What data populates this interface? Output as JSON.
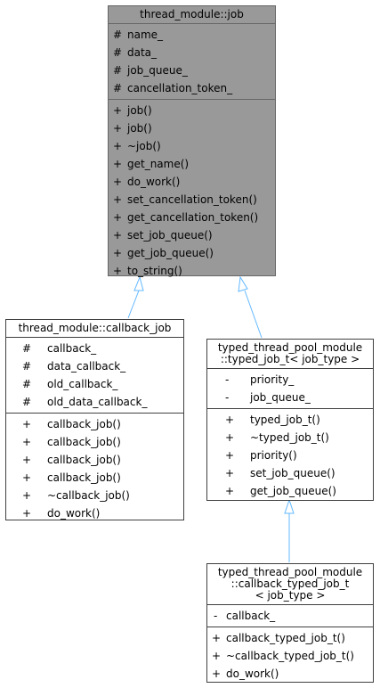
{
  "classes": {
    "job": {
      "title": [
        "thread_module::job"
      ],
      "attributes": [
        {
          "vis": "#",
          "name": "name_"
        },
        {
          "vis": "#",
          "name": "data_"
        },
        {
          "vis": "#",
          "name": "job_queue_"
        },
        {
          "vis": "#",
          "name": "cancellation_token_"
        }
      ],
      "methods": [
        {
          "vis": "+",
          "name": "job()"
        },
        {
          "vis": "+",
          "name": "job()"
        },
        {
          "vis": "+",
          "name": "~job()"
        },
        {
          "vis": "+",
          "name": "get_name()"
        },
        {
          "vis": "+",
          "name": "do_work()"
        },
        {
          "vis": "+",
          "name": "set_cancellation_token()"
        },
        {
          "vis": "+",
          "name": "get_cancellation_token()"
        },
        {
          "vis": "+",
          "name": "set_job_queue()"
        },
        {
          "vis": "+",
          "name": "get_job_queue()"
        },
        {
          "vis": "+",
          "name": "to_string()"
        }
      ]
    },
    "callback_job": {
      "title": [
        "thread_module::callback_job"
      ],
      "attributes": [
        {
          "vis": "#",
          "name": "callback_"
        },
        {
          "vis": "#",
          "name": "data_callback_"
        },
        {
          "vis": "#",
          "name": "old_callback_"
        },
        {
          "vis": "#",
          "name": "old_data_callback_"
        }
      ],
      "methods": [
        {
          "vis": "+",
          "name": "callback_job()"
        },
        {
          "vis": "+",
          "name": "callback_job()"
        },
        {
          "vis": "+",
          "name": "callback_job()"
        },
        {
          "vis": "+",
          "name": "callback_job()"
        },
        {
          "vis": "+",
          "name": "~callback_job()"
        },
        {
          "vis": "+",
          "name": "do_work()"
        }
      ]
    },
    "typed_job": {
      "title": [
        "typed_thread_pool_module",
        "::typed_job_t< job_type >"
      ],
      "attributes": [
        {
          "vis": "-",
          "name": "priority_"
        },
        {
          "vis": "-",
          "name": "job_queue_"
        }
      ],
      "methods": [
        {
          "vis": "+",
          "name": "typed_job_t()"
        },
        {
          "vis": "+",
          "name": "~typed_job_t()"
        },
        {
          "vis": "+",
          "name": "priority()"
        },
        {
          "vis": "+",
          "name": "set_job_queue()"
        },
        {
          "vis": "+",
          "name": "get_job_queue()"
        }
      ]
    },
    "callback_typed_job": {
      "title": [
        "typed_thread_pool_module",
        "::callback_typed_job_t",
        "< job_type >"
      ],
      "attributes": [
        {
          "vis": "-",
          "name": "callback_"
        }
      ],
      "methods": [
        {
          "vis": "+",
          "name": "callback_typed_job_t()"
        },
        {
          "vis": "+",
          "name": "~callback_typed_job_t()"
        },
        {
          "vis": "+",
          "name": "do_work()"
        }
      ]
    }
  },
  "colors": {
    "base_fill": "#999999",
    "edge": "#63b8ff",
    "border": "#404040"
  }
}
